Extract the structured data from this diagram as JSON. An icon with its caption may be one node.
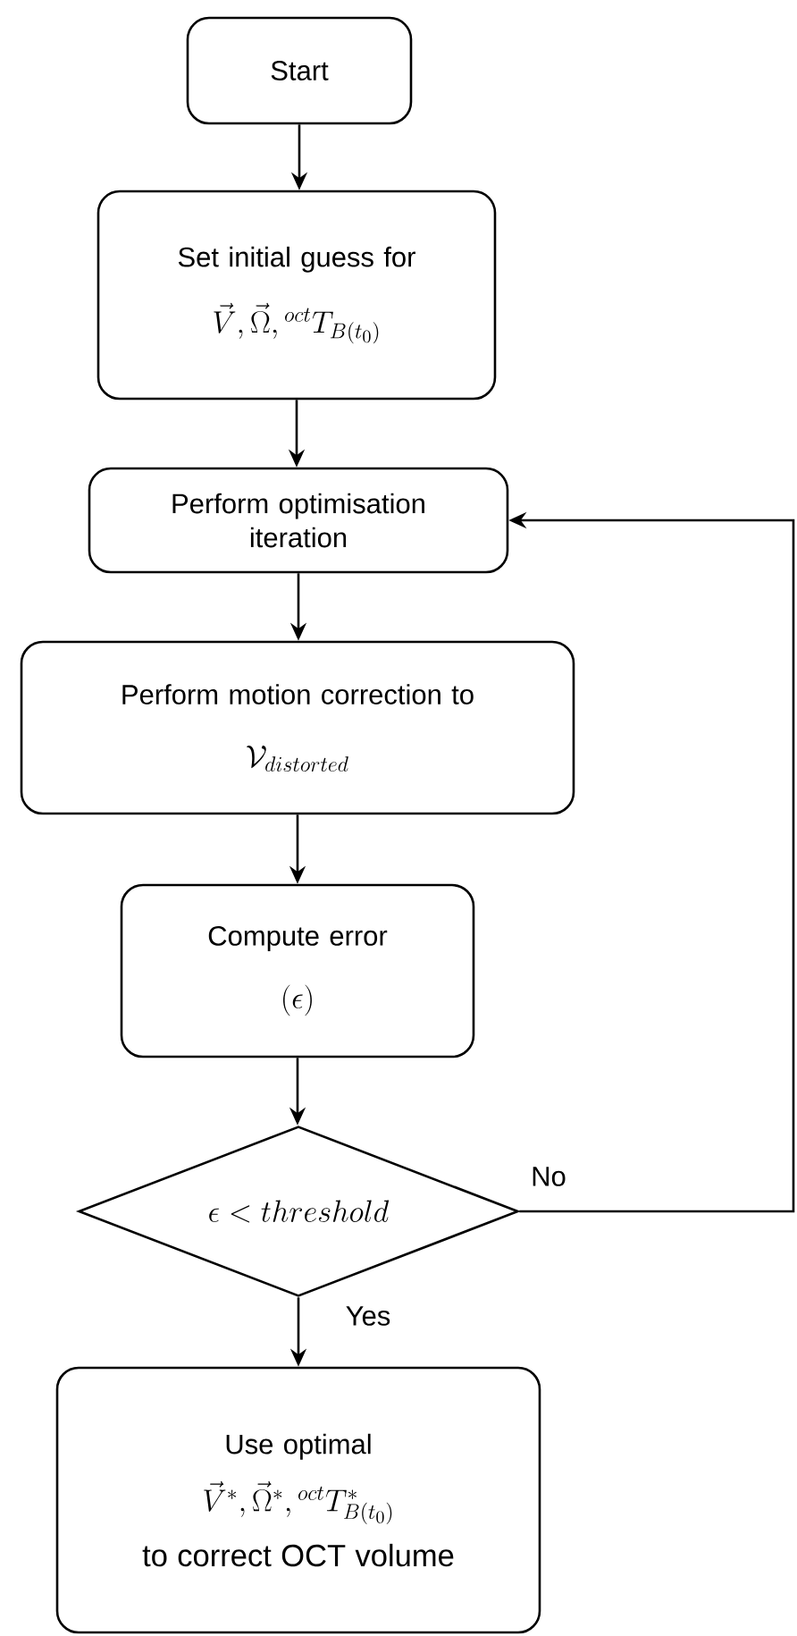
{
  "diagram": {
    "nodes": [
      {
        "text": [
          "Start"
        ]
      },
      {
        "text": [
          "Set initial guess for",
          "\\vec{V},\\vec{\\Omega},{}^{oct}T_{B(t_0)}"
        ]
      },
      {
        "text": [
          "Perform optimisation iteration"
        ]
      },
      {
        "text": [
          "Perform motion correction to",
          "\\mathcal{V}_{distorted}"
        ]
      },
      {
        "text": [
          "Compute error",
          "(\\epsilon)"
        ]
      },
      {
        "text": [
          "\\epsilon < threshold"
        ]
      },
      {
        "text": [
          "Use optimal",
          "\\vec{V}^*,\\vec{\\Omega}^*,{}^{oct}T^*_{B(t_0)}",
          "to correct OCT volume"
        ]
      }
    ],
    "edges": [
      {
        "from": 0,
        "to": 1,
        "arrow": "to"
      },
      {
        "from": 1,
        "to": 2,
        "arrow": "to"
      },
      {
        "from": 2,
        "to": 3,
        "arrow": "to"
      },
      {
        "from": 3,
        "to": 4,
        "arrow": "to"
      },
      {
        "from": 4,
        "to": 5,
        "arrow": "to"
      },
      {
        "from": 5,
        "to": 6,
        "label": "Yes",
        "arrow": "to"
      },
      {
        "from": 5,
        "to": 2,
        "label": "No",
        "arrow": "to"
      }
    ]
  }
}
